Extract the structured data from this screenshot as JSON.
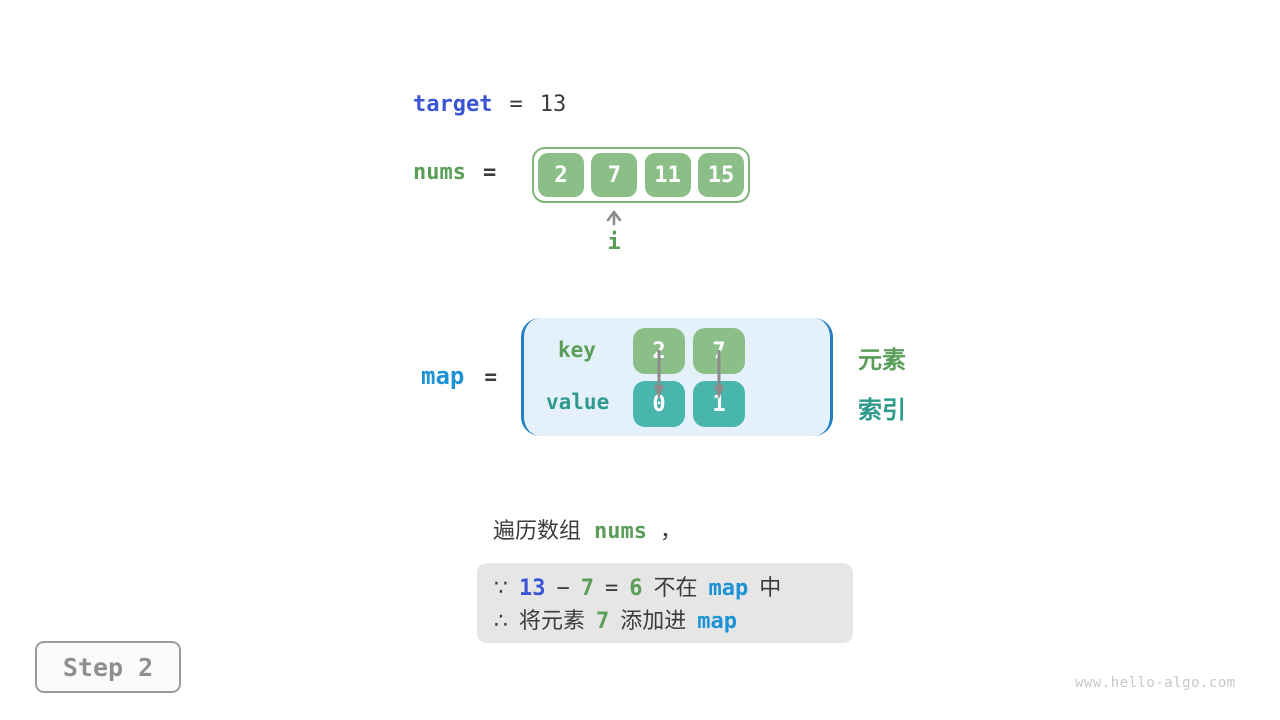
{
  "colors": {
    "green_fill": "#8cbe88",
    "green_border": "#7fb67b",
    "green_text": "#5a9e5a",
    "teal_fill": "#48b6ad",
    "teal_text": "#2e9a8e",
    "royal_blue": "#3c55d4",
    "cyan_blue": "#1d93d6",
    "bracket_blue": "#1f7ec6",
    "map_bg": "#e4f1fa",
    "note_bg": "#e6e6e6",
    "dark_text": "#3c3c3c",
    "arrow_gray": "#8c8c8c"
  },
  "target_row": {
    "var": "target",
    "eq": "=",
    "value": "13"
  },
  "nums_row": {
    "var": "nums",
    "eq": "=",
    "cells": [
      "2",
      "7",
      "11",
      "15"
    ],
    "pointer": {
      "label": "i",
      "index": 1
    }
  },
  "map_row": {
    "var": "map",
    "eq": "=",
    "key_label": "key",
    "value_label": "value",
    "entries": [
      {
        "key": "2",
        "value": "0"
      },
      {
        "key": "7",
        "value": "1"
      }
    ],
    "side_labels": {
      "element": "元素",
      "index": "索引"
    }
  },
  "caption": {
    "prefix": "遍历数组",
    "code": "nums",
    "suffix": "，"
  },
  "note_box": {
    "line1": [
      {
        "t": "∵",
        "c": "dark"
      },
      {
        "t": "13",
        "c": "blue"
      },
      {
        "t": "−",
        "c": "op"
      },
      {
        "t": "7",
        "c": "green"
      },
      {
        "t": "=",
        "c": "op"
      },
      {
        "t": "6",
        "c": "green"
      },
      {
        "t": "不在",
        "c": "dark"
      },
      {
        "t": "map",
        "c": "cyan"
      },
      {
        "t": "中",
        "c": "dark"
      }
    ],
    "line2": [
      {
        "t": "∴",
        "c": "dark"
      },
      {
        "t": "将元素",
        "c": "dark"
      },
      {
        "t": "7",
        "c": "green"
      },
      {
        "t": "添加进",
        "c": "dark"
      },
      {
        "t": "map",
        "c": "cyan"
      }
    ]
  },
  "footer": {
    "step_label": "Step 2",
    "watermark": "www.hello-algo.com"
  }
}
